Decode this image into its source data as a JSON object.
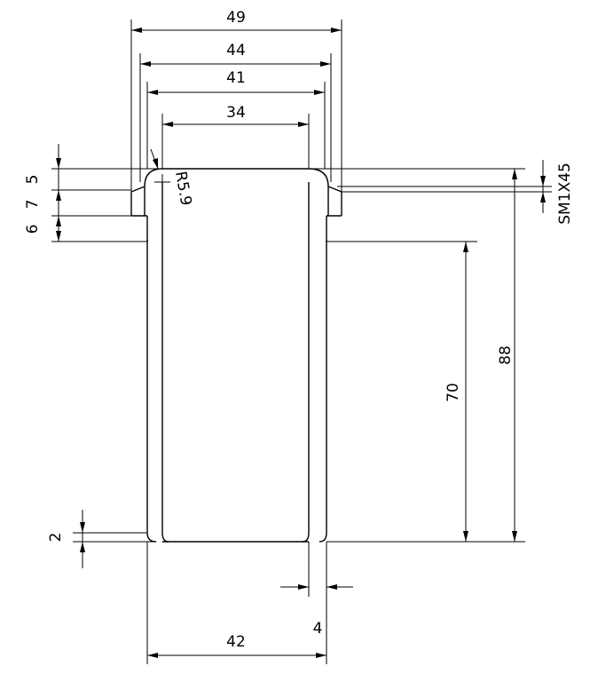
{
  "drawing": {
    "line_color": "#000000",
    "background": "#ffffff",
    "labels": {
      "d49": "49",
      "d44": "44",
      "d41": "41",
      "d34": "34",
      "d42": "42",
      "d4": "4",
      "d88": "88",
      "d70": "70",
      "d2": "2",
      "d5": "5",
      "d7": "7",
      "d6": "6",
      "radius": "R5.9",
      "chamfer": "SM1X45"
    }
  }
}
